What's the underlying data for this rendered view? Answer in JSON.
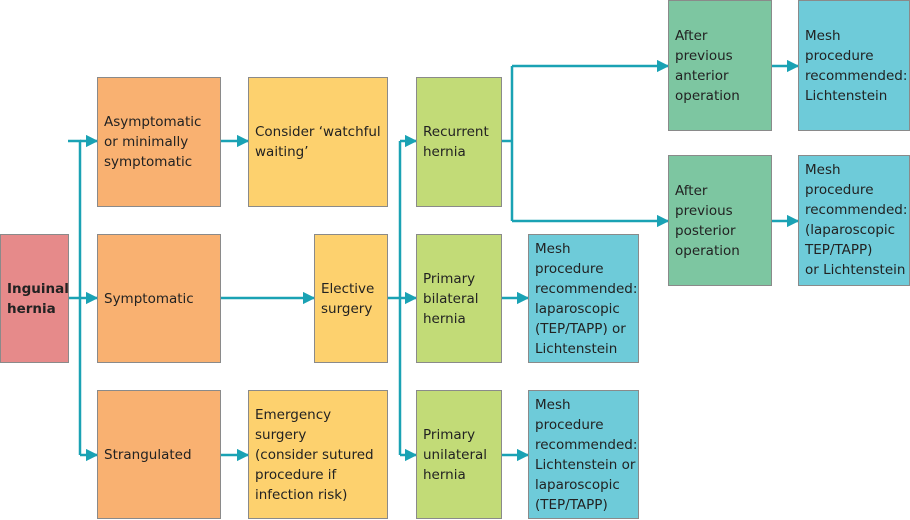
{
  "colors": {
    "root": "#e68a8a",
    "condition": "#f9b171",
    "action": "#fdd16e",
    "type": "#c2db77",
    "operation": "#7dc6a1",
    "recommendation": "#6ecbd9",
    "arrow": "#1aa2b4"
  },
  "boxes": {
    "inguinal_hernia": "Inguinal\nhernia",
    "asymptomatic": "Asymptomatic\nor minimally\nsymptomatic",
    "symptomatic": "Symptomatic",
    "strangulated": "Strangulated",
    "watchful_waiting": "Consider ‘watchful\nwaiting’",
    "elective_surgery": "Elective\nsurgery",
    "emergency_surgery": "Emergency surgery\n(consider sutured\nprocedure if\ninfection risk)",
    "recurrent_hernia": "Recurrent\nhernia",
    "primary_bilateral": "Primary\nbilateral\nhernia",
    "primary_unilateral": "Primary\nunilateral\nhernia",
    "after_anterior": "After\nprevious\nanterior\noperation",
    "after_posterior": "After\nprevious\nposterior\noperation",
    "mesh_lichtenstein": "Mesh\nprocedure\nrecommended:\nLichtenstein",
    "mesh_lap_or_lichtenstein": "Mesh\nprocedure\nrecommended:\n(laparoscopic\nTEP/TAPP)\nor Lichtenstein",
    "mesh_bilateral": "Mesh\nprocedure\nrecommended:\nlaparoscopic\n(TEP/TAPP) or\nLichtenstein",
    "mesh_unilateral": "Mesh\nprocedure\nrecommended:\nLichtenstein or\nlaparoscopic\n(TEP/TAPP)"
  }
}
